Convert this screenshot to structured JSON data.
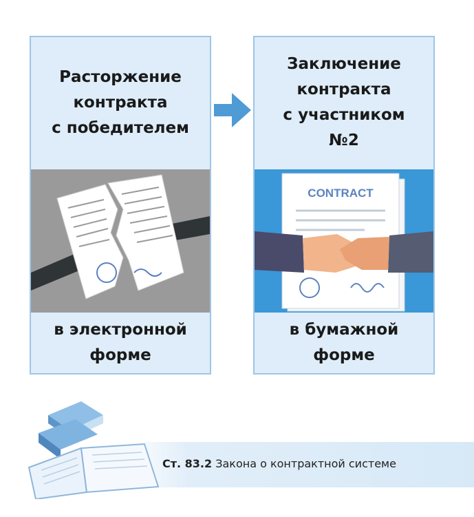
{
  "steps": [
    {
      "title": "Расторжение\nконтракта\nс победителем",
      "image_icon": "torn-contract-icon",
      "footer": "в электронной\nформе"
    },
    {
      "title": "Заключение\nконтракта\nс участником\n№2",
      "image_icon": "handshake-contract-icon",
      "image_text": "CONTRACT",
      "footer": "в бумажной\nформе"
    }
  ],
  "source": {
    "article": "Ст. 83.2",
    "law": " Закона о контрактной системе"
  },
  "colors": {
    "card_bg": "#deedf9",
    "card_border": "#9fc5e6",
    "arrow": "#4e9bd6",
    "left_image_bg": "#9a9a9a",
    "right_image_bg": "#3a97d8"
  }
}
